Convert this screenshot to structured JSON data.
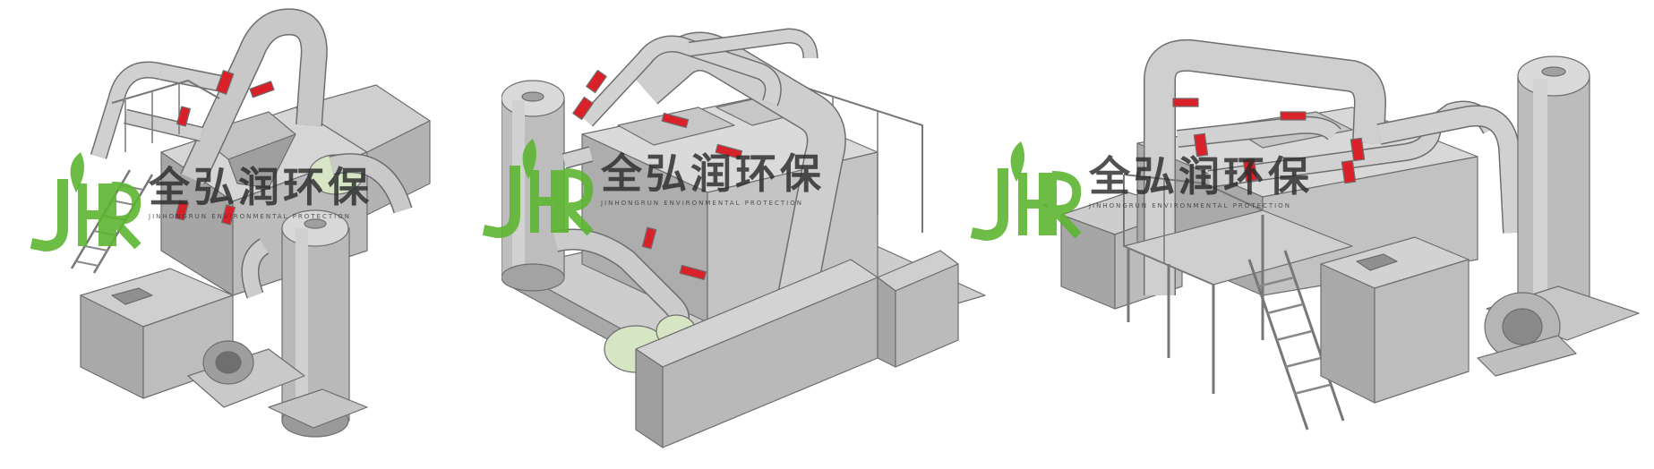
{
  "watermark": {
    "brand_cn": "全弘润环保",
    "brand_en": "JINHONGRUN ENVIRONMENTAL PROTECTION",
    "logo_letters": "JHR"
  },
  "colors": {
    "background": "#ffffff",
    "metal": "#b8b8b8",
    "metal_dark": "#8f8f8f",
    "metal_light": "#d6d6d6",
    "flange": "#d9212a",
    "fan_green": "#d6e6c4",
    "logo_green": "#5cb531"
  },
  "renders": [
    {
      "name": "equipment-view-left"
    },
    {
      "name": "equipment-view-middle"
    },
    {
      "name": "equipment-view-right"
    }
  ]
}
